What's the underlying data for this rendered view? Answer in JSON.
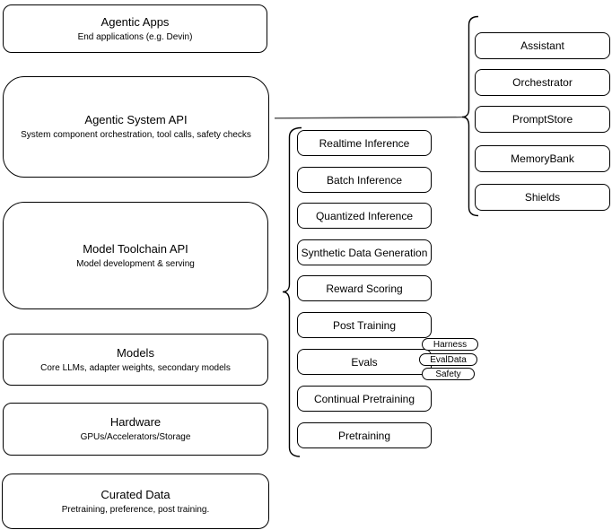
{
  "diagram": {
    "stack": [
      {
        "title": "Agentic Apps",
        "subtitle": "End applications (e.g. Devin)"
      },
      {
        "title": "Agentic System API",
        "subtitle": "System component orchestration, tool calls, safety checks"
      },
      {
        "title": "Model Toolchain API",
        "subtitle": "Model development & serving"
      },
      {
        "title": "Models",
        "subtitle": "Core LLMs, adapter weights, secondary models"
      },
      {
        "title": "Hardware",
        "subtitle": "GPUs/Accelerators/Storage"
      },
      {
        "title": "Curated Data",
        "subtitle": "Pretraining, preference, post training."
      }
    ],
    "toolchain_items": [
      "Realtime Inference",
      "Batch Inference",
      "Quantized Inference",
      "Synthetic Data Generation",
      "Reward Scoring",
      "Post Training",
      "Evals",
      "Continual Pretraining",
      "Pretraining"
    ],
    "eval_tags": [
      "Harness",
      "EvalData",
      "Safety"
    ],
    "system_components": [
      "Assistant",
      "Orchestrator",
      "PromptStore",
      "MemoryBank",
      "Shields"
    ],
    "colors": {
      "stroke": "#000000",
      "connector": "#4d4d4d",
      "fill": "#ffffff",
      "text": "#000000"
    }
  }
}
